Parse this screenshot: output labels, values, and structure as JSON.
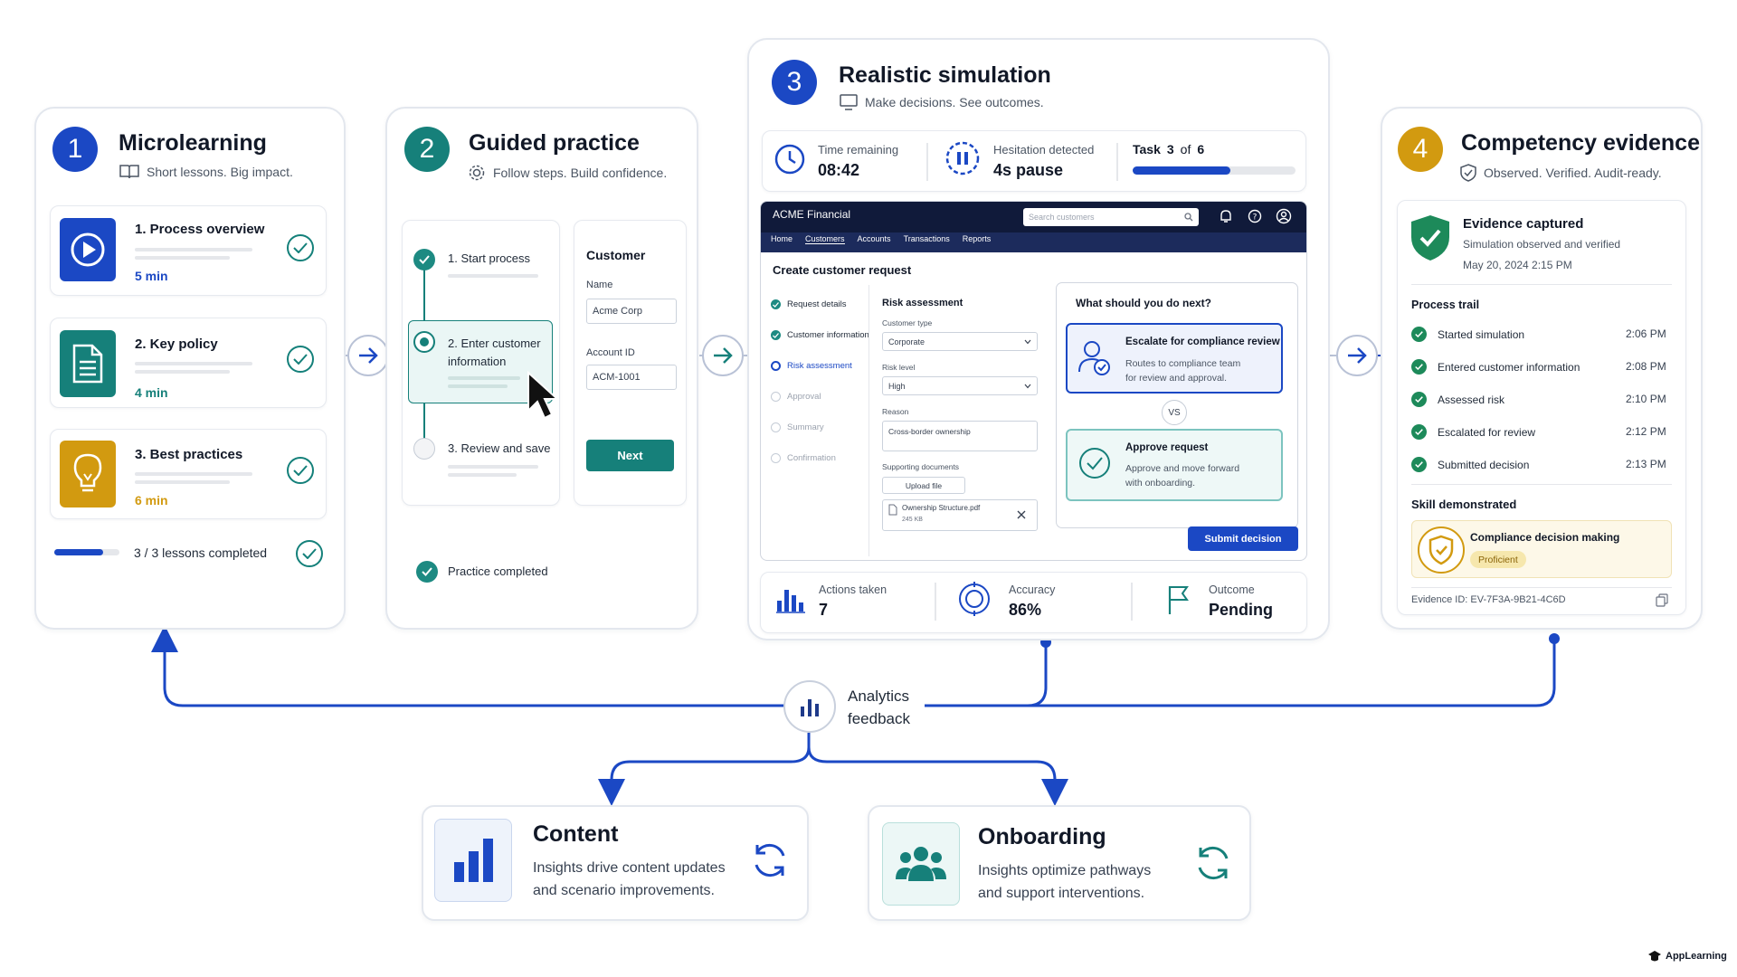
{
  "colors": {
    "blue": "#1b48c4",
    "teal": "#16807a",
    "gold": "#d29a10",
    "navy": "#101a3a"
  },
  "step1": {
    "num": "1",
    "title": "Microlearning",
    "subtitle": "Short lessons. Big impact.",
    "lessons": [
      {
        "title": "1. Process overview",
        "duration": "5 min",
        "icon": "play-icon"
      },
      {
        "title": "2. Key policy",
        "duration": "4 min",
        "icon": "document-icon"
      },
      {
        "title": "3. Best practices",
        "duration": "6 min",
        "icon": "lightbulb-icon"
      }
    ],
    "progress_text": "3 / 3 lessons completed",
    "progress_fraction": 0.75
  },
  "step2": {
    "num": "2",
    "title": "Guided practice",
    "subtitle": "Follow steps. Build confidence.",
    "steps": [
      "1. Start process",
      "2. Enter customer\ninformation",
      "3. Review and save"
    ],
    "form": {
      "title": "Customer",
      "name_label": "Name",
      "name_value": "Acme Corp",
      "account_label": "Account ID",
      "account_value": "ACM-1001",
      "next_label": "Next"
    },
    "completed_text": "Practice completed"
  },
  "step3": {
    "num": "3",
    "title": "Realistic simulation",
    "subtitle": "Make decisions. See outcomes.",
    "time_label": "Time remaining",
    "time_value": "08:42",
    "hesitation_label": "Hesitation detected",
    "hesitation_value": "4s pause",
    "task_label": "Task",
    "task_current": "3",
    "task_of": "of",
    "task_total": "6",
    "task_fraction": 0.6,
    "app": {
      "brand": "ACME Financial",
      "search_placeholder": "Search customers",
      "nav": [
        "Home",
        "Customers",
        "Accounts",
        "Transactions",
        "Reports"
      ],
      "page_title": "Create customer request",
      "wizard_steps": [
        "Request details",
        "Customer information",
        "Risk assessment",
        "Approval",
        "Summary",
        "Confirmation"
      ],
      "form_title": "Risk assessment",
      "customer_type_label": "Customer type",
      "customer_type_value": "Corporate",
      "risk_label": "Risk level",
      "risk_value": "High",
      "reason_label": "Reason",
      "reason_value": "Cross-border ownership",
      "docs_label": "Supporting documents",
      "upload_label": "Upload file",
      "file_name": "Ownership Structure.pdf",
      "file_size": "245 KB",
      "question": "What should you do next?",
      "option1_title": "Escalate for compliance review",
      "option1_desc1": "Routes to compliance team",
      "option1_desc2": "for review and approval.",
      "vs": "VS",
      "option2_title": "Approve request",
      "option2_desc1": "Approve and move forward",
      "option2_desc2": "with onboarding.",
      "submit_label": "Submit decision"
    },
    "actions_label": "Actions taken",
    "actions_value": "7",
    "accuracy_label": "Accuracy",
    "accuracy_value": "86%",
    "outcome_label": "Outcome",
    "outcome_value": "Pending"
  },
  "step4": {
    "num": "4",
    "title": "Competency evidence",
    "subtitle": "Observed. Verified. Audit-ready.",
    "evidence_title": "Evidence captured",
    "evidence_sub": "Simulation observed and verified",
    "evidence_date": "May 20, 2024 2:15 PM",
    "trail_title": "Process trail",
    "trail": [
      {
        "label": "Started simulation",
        "time": "2:06 PM"
      },
      {
        "label": "Entered customer information",
        "time": "2:08 PM"
      },
      {
        "label": "Assessed risk",
        "time": "2:10 PM"
      },
      {
        "label": "Escalated for review",
        "time": "2:12 PM"
      },
      {
        "label": "Submitted decision",
        "time": "2:13 PM"
      }
    ],
    "skill_title": "Skill demonstrated",
    "skill_name": "Compliance decision making",
    "skill_level": "Proficient",
    "evidence_id": "Evidence ID: EV-7F3A-9B21-4C6D"
  },
  "analytics": {
    "label1": "Analytics",
    "label2": "feedback"
  },
  "content_card": {
    "title": "Content",
    "desc1": "Insights drive content updates",
    "desc2": "and scenario improvements."
  },
  "onboarding_card": {
    "title": "Onboarding",
    "desc1": "Insights optimize pathways",
    "desc2": "and support interventions."
  },
  "brand": "AppLearning"
}
